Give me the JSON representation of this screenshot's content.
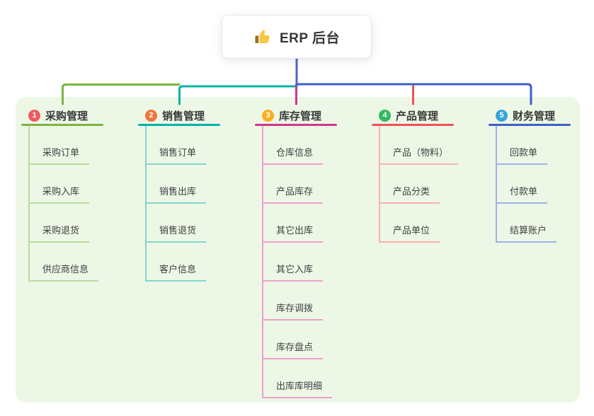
{
  "root": {
    "icon": "thumbs-up-icon",
    "title": "ERP 后台"
  },
  "canvas": {
    "background_color": "#ffffff",
    "panel_color": "#edf7e6",
    "root_connector_color": "#5262c6",
    "text_color": "#3c3c3c"
  },
  "branches": [
    {
      "num": "1",
      "label": "采购管理",
      "badge_color": "#ee5b63",
      "line_color": "#7cb342",
      "light_color": "#b7dc96",
      "children": [
        "采购订单",
        "采购入库",
        "采购退货",
        "供应商信息"
      ]
    },
    {
      "num": "2",
      "label": "销售管理",
      "badge_color": "#f0753d",
      "line_color": "#00b3a6",
      "light_color": "#82d6cb",
      "children": [
        "销售订单",
        "销售出库",
        "销售退货",
        "客户信息"
      ]
    },
    {
      "num": "3",
      "label": "库存管理",
      "badge_color": "#f9b021",
      "line_color": "#d2358f",
      "light_color": "#efa0cc",
      "children": [
        "仓库信息",
        "产品库存",
        "其它出库",
        "其它入库",
        "库存调拨",
        "库存盘点",
        "出库库明细"
      ]
    },
    {
      "num": "4",
      "label": "产品管理",
      "badge_color": "#33b95e",
      "line_color": "#f05158",
      "light_color": "#f9b0ad",
      "children": [
        "产品（物料）",
        "产品分类",
        "产品单位"
      ]
    },
    {
      "num": "5",
      "label": "财务管理",
      "badge_color": "#35a4d6",
      "line_color": "#3e5fc6",
      "light_color": "#9fb2e4",
      "children": [
        "回款单",
        "付款单",
        "结算账户"
      ]
    }
  ]
}
